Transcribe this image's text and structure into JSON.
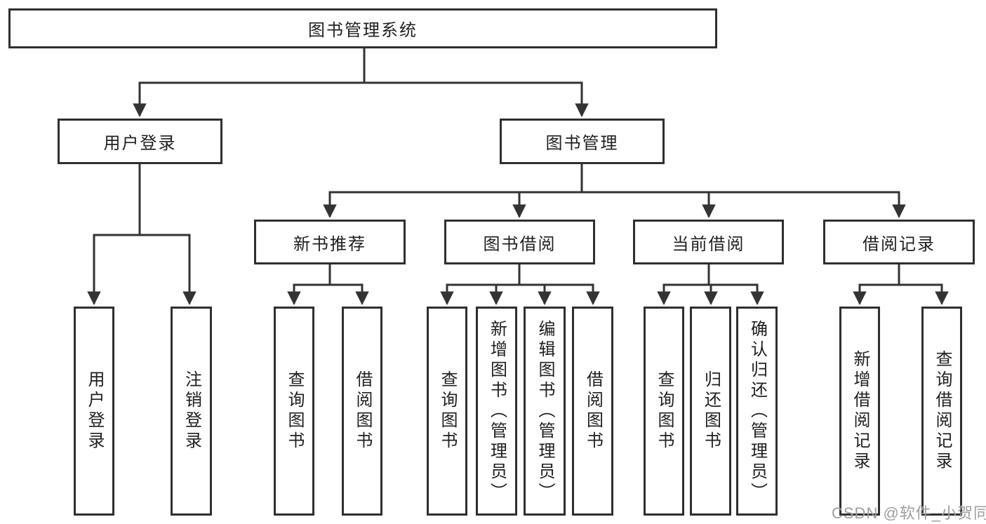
{
  "diagram": {
    "root": {
      "label": "图书管理系统"
    },
    "branches": [
      {
        "label": "用户登录",
        "children": [
          {
            "label": "用户登录"
          },
          {
            "label": "注销登录"
          }
        ]
      },
      {
        "label": "图书管理",
        "children": [
          {
            "label": "新书推荐",
            "children": [
              {
                "label": "查询图书"
              },
              {
                "label": "借阅图书"
              }
            ]
          },
          {
            "label": "图书借阅",
            "children": [
              {
                "label": "查询图书"
              },
              {
                "label": "新增图书（管理员）"
              },
              {
                "label": "编辑图书（管理员）"
              },
              {
                "label": "借阅图书"
              }
            ]
          },
          {
            "label": "当前借阅",
            "children": [
              {
                "label": "查询图书"
              },
              {
                "label": "归还图书"
              },
              {
                "label": "确认归还（管理员）"
              }
            ]
          },
          {
            "label": "借阅记录",
            "children": [
              {
                "label": "新增借阅记录"
              },
              {
                "label": "查询借阅记录"
              }
            ]
          }
        ]
      }
    ]
  },
  "watermark": {
    "text": "CSDN @软件_小贺同学"
  },
  "colors": {
    "line": "#333333",
    "box_border": "#2f2f2f",
    "text": "#1f1f1f",
    "watermark": "#9e9e9e",
    "background": "#ffffff"
  }
}
